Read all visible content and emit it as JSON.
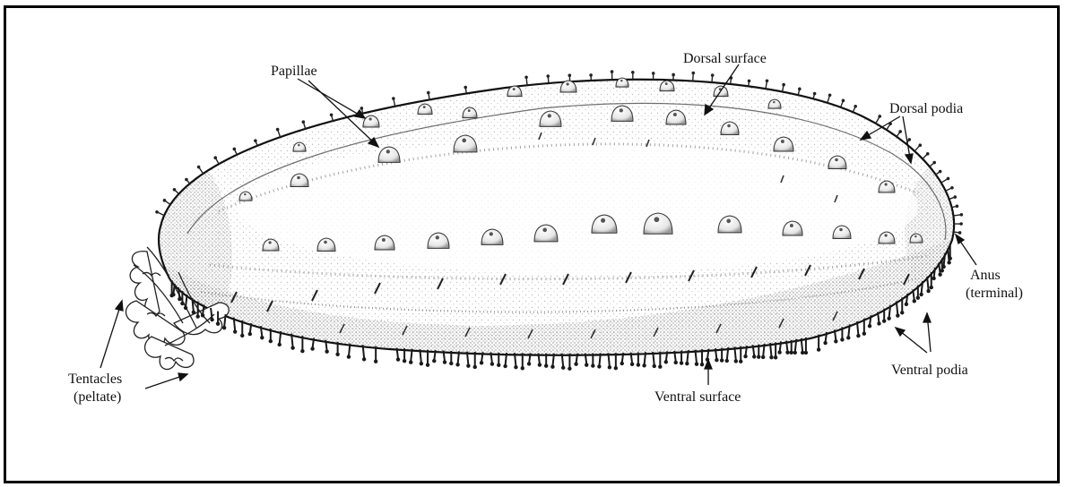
{
  "figure": {
    "labels": {
      "papillae": "Papillae",
      "dorsal_surface": "Dorsal surface",
      "dorsal_podia": "Dorsal podia",
      "anus_line1": "Anus",
      "anus_line2": "(terminal)",
      "ventral_podia": "Ventral podia",
      "ventral_surface": "Ventral surface",
      "tentacles_line1": "Tentacles",
      "tentacles_line2": "(peltate)"
    },
    "colors": {
      "ink": "#111111",
      "border": "#000000",
      "stipple": "#777777",
      "body": "#ffffff"
    }
  }
}
